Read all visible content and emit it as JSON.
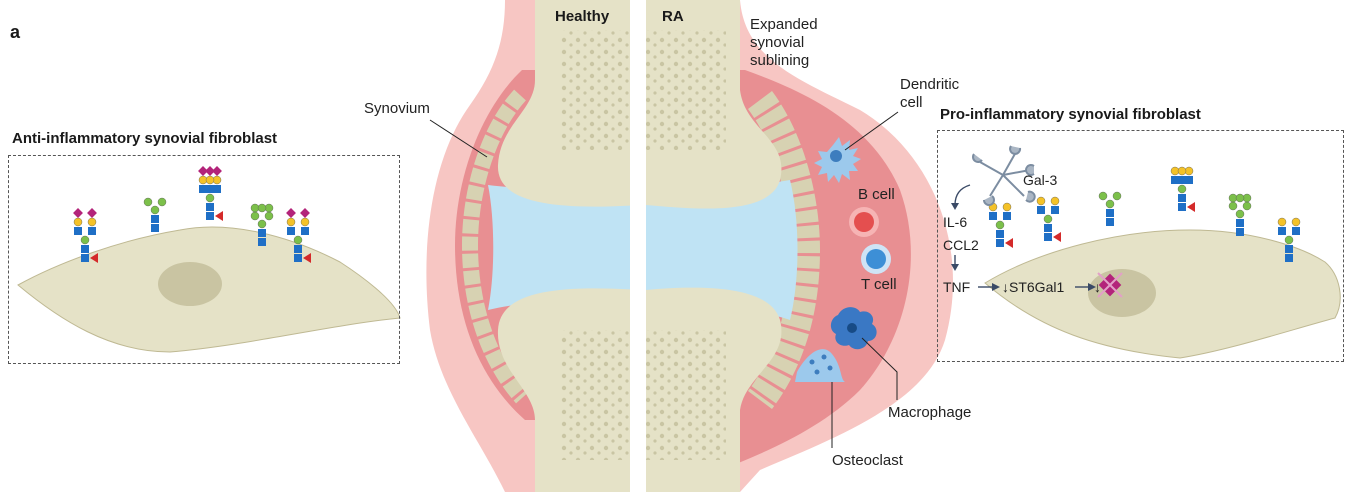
{
  "panel_label": "a",
  "titles": {
    "healthy": "Healthy",
    "ra": "RA",
    "anti": "Anti-inflammatory synovial fibroblast",
    "pro": "Pro-inflammatory synovial fibroblast"
  },
  "labels": {
    "synovium": "Synovium",
    "expanded_1": "Expanded",
    "expanded_2": "synovial",
    "expanded_3": "sublining",
    "dendritic_1": "Dendritic",
    "dendritic_2": "cell",
    "b_cell": "B cell",
    "t_cell": "T cell",
    "macrophage": "Macrophage",
    "osteoclast": "Osteoclast",
    "gal3": "Gal-3",
    "il6": "IL-6",
    "ccl2": "CCL2",
    "tnf": "TNF",
    "st6gal1": "↓ST6Gal1",
    "down": "↓"
  },
  "colors": {
    "bone": "#e5e2c7",
    "synovium_outer": "#f7c6c3",
    "synovium_inner": "#e88f92",
    "fluid": "#bfe3f4",
    "cell": "#e5e2c7",
    "nucleus": "#c9c4a2",
    "glcnac": "#1f6fc6",
    "galactose": "#f4c228",
    "mannose": "#7cc04a",
    "sialic": "#b3247a",
    "fucose": "#d42a2a"
  }
}
